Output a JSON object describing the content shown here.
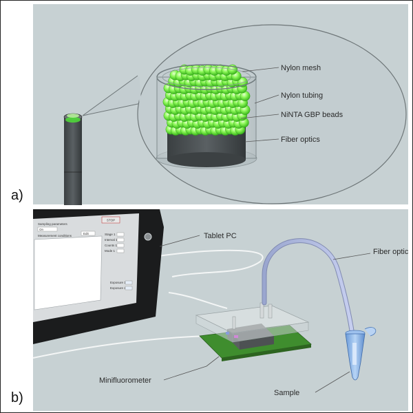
{
  "panel_a": {
    "label": "a)",
    "callouts": [
      "Nylon mesh",
      "Nylon  tubing",
      "NiNTA GBP beads",
      "Fiber optics"
    ]
  },
  "panel_b": {
    "label": "b)",
    "callouts": [
      "Tablet PC",
      "Fiber optic",
      "Minifluorometer",
      "Sample"
    ],
    "tablet_ui": {
      "stop_button": "STOP",
      "field_label": "Sampling parameters",
      "field_value": "On",
      "measure_label": "Measurement conditions",
      "list_item": "Edit",
      "param_labels": [
        "Stage 1",
        "Interval 1",
        "Counts 1",
        "Mode 1"
      ],
      "status_labels": [
        "Exposure 1",
        "Exposure 2"
      ]
    }
  },
  "colors": {
    "background_gray": "#c7d1d3",
    "bead_green": "#7bf04a",
    "blue_base": "#2040c8",
    "fiber_dark": "#3f4446",
    "tubing_lilac": "#b8c2e6",
    "pcb_green": "#3f8d2e"
  }
}
